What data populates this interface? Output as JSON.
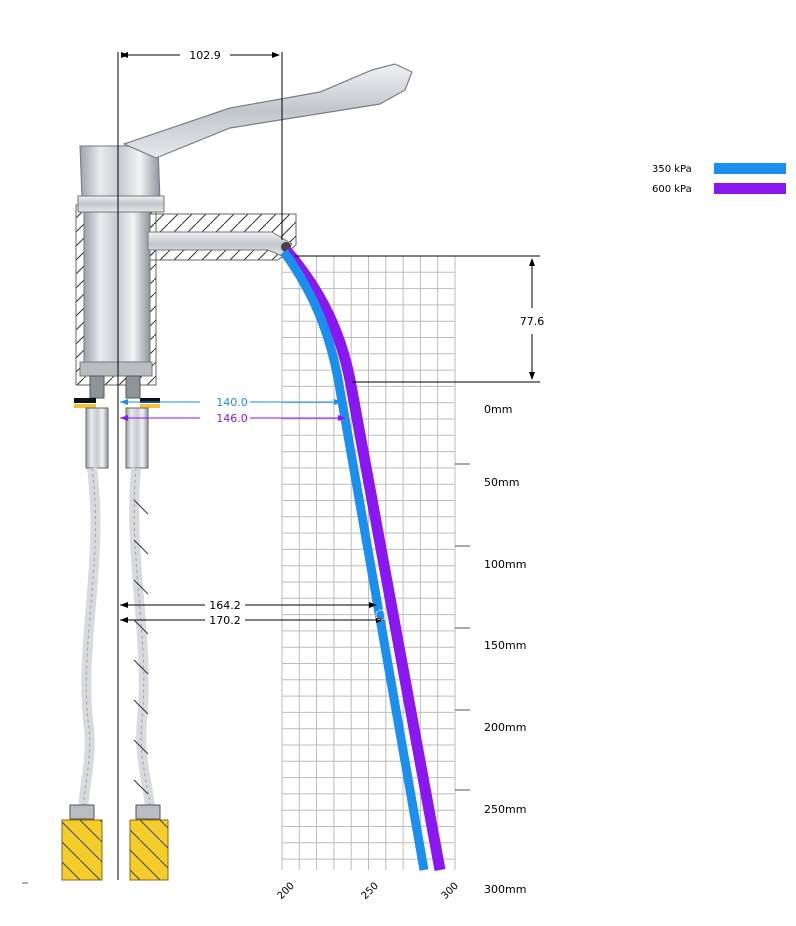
{
  "legend": {
    "items": [
      {
        "label": "350 kPa",
        "color": "#1a8ff0"
      },
      {
        "label": "600 kPa",
        "color": "#8a16f0"
      }
    ]
  },
  "dimensions": {
    "top_width": "102.9",
    "drop_height": "77.6",
    "reach_350_at_0mm": "140.0",
    "reach_600_at_0mm": "146.0",
    "reach_350_at_130mm": "164.2",
    "reach_600_at_130mm": "170.2"
  },
  "dimension_colors": {
    "black": "#000000",
    "blue": "#1a8ff0",
    "purple": "#8a16f0"
  },
  "y_axis": {
    "labels": [
      "0mm",
      "50mm",
      "100mm",
      "150mm",
      "200mm",
      "250mm",
      "300mm"
    ]
  },
  "x_axis": {
    "labels": [
      "200",
      "250",
      "300"
    ]
  },
  "icons": {
    "tap": "mixer-tap-icon",
    "hose": "flexible-hose-icon",
    "connector": "yellow-connector-icon"
  }
}
